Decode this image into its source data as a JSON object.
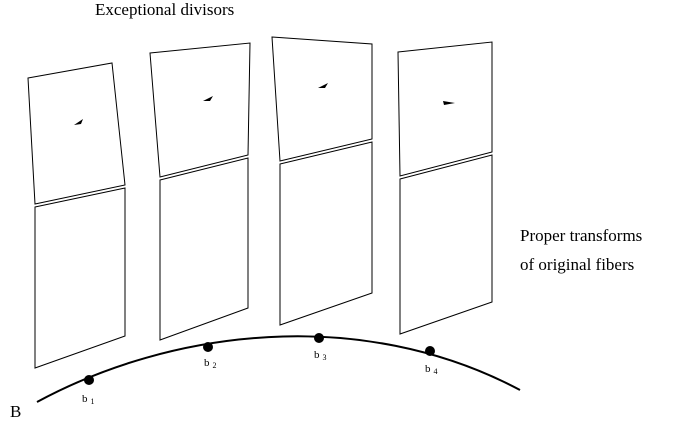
{
  "title": "Exceptional divisors",
  "side_label": {
    "line1": "Proper transforms",
    "line2": "of original fibers"
  },
  "curve_label": "B",
  "points": [
    {
      "letter": "b",
      "index": "1"
    },
    {
      "letter": "b",
      "index": "2"
    },
    {
      "letter": "b",
      "index": "3"
    },
    {
      "letter": "b",
      "index": "4"
    }
  ],
  "colors": {
    "line": "#000000",
    "background": "#ffffff"
  }
}
